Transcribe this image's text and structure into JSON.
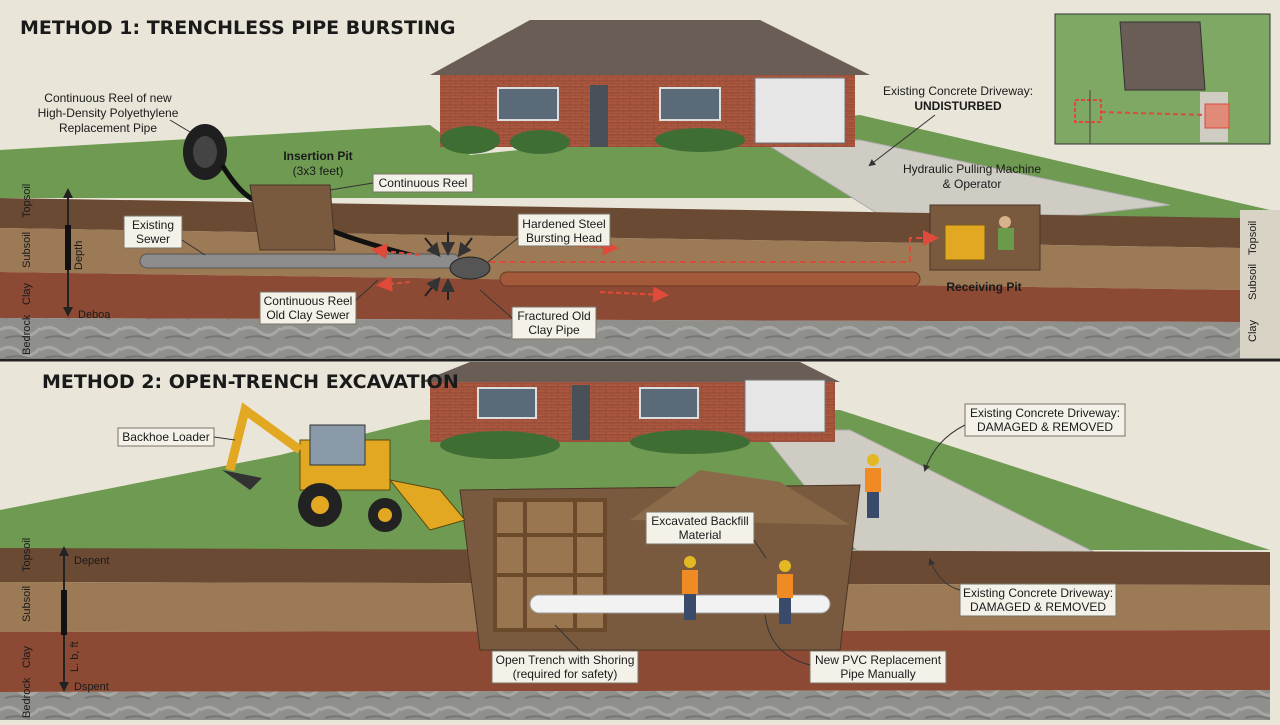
{
  "method1": {
    "title": "METHOD 1: TRENCHLESS PIPE BURSTING",
    "reel_label": [
      "Continuous Reel of new",
      "High-Density Polyethylene",
      "Replacement Pipe"
    ],
    "insertion_pit": {
      "title": "Insertion Pit",
      "size": "(3x3 feet)"
    },
    "continuous_reel": "Continuous Reel",
    "existing_sewer": [
      "Existing",
      "Sewer"
    ],
    "bursting_head": [
      "Hardened Steel",
      "Bursting Head"
    ],
    "old_clay_sewer": [
      "Continuous Reel",
      "Old Clay Sewer"
    ],
    "fractured_pipe": [
      "Fractured Old",
      "Clay Pipe"
    ],
    "driveway": {
      "line1": "Existing Concrete Driveway:",
      "line2": "UNDISTURBED"
    },
    "pulling_machine": [
      "Hydraulic Pulling Machine",
      "& Operator"
    ],
    "receiving_pit": "Receiving Pit",
    "left_layers": [
      "Topsoil",
      "Subsoil",
      "Clay",
      "Bedrock"
    ],
    "right_layers": [
      "Topsoil",
      "Subsoil",
      "Clay"
    ],
    "depth_top": "Depth",
    "depth_bottom": "Deboa"
  },
  "method2": {
    "title": "METHOD 2: OPEN-TRENCH EXCAVATION",
    "backhoe": "Backhoe Loader",
    "driveway_top": [
      "Existing Concrete Driveway:",
      "DAMAGED & REMOVED"
    ],
    "backfill": [
      "Excavated Backfill",
      "Material"
    ],
    "driveway_bottom": [
      "Existing Concrete Driveway:",
      "DAMAGED & REMOVED"
    ],
    "trench": [
      "Open Trench with Shoring",
      "(required for safety)"
    ],
    "pvc": [
      "New PVC Replacement",
      "Pipe Manually"
    ],
    "left_layers": [
      "Topsoil",
      "Subsoil",
      "Clay",
      "Bedrock"
    ],
    "depth_top": "Depent",
    "depth_mid": "L. b, ft",
    "depth_bottom": "Dspent"
  },
  "colors": {
    "grass": "#6f9a52",
    "topsoil": "#6b4a33",
    "subsoil": "#9b7a55",
    "clay": "#8c4a34",
    "bedrock": "#8d8d8d",
    "brick": "#a9573f",
    "roof": "#6a5d55",
    "arrow": "#e04a3a",
    "machine": "#e3a822"
  }
}
